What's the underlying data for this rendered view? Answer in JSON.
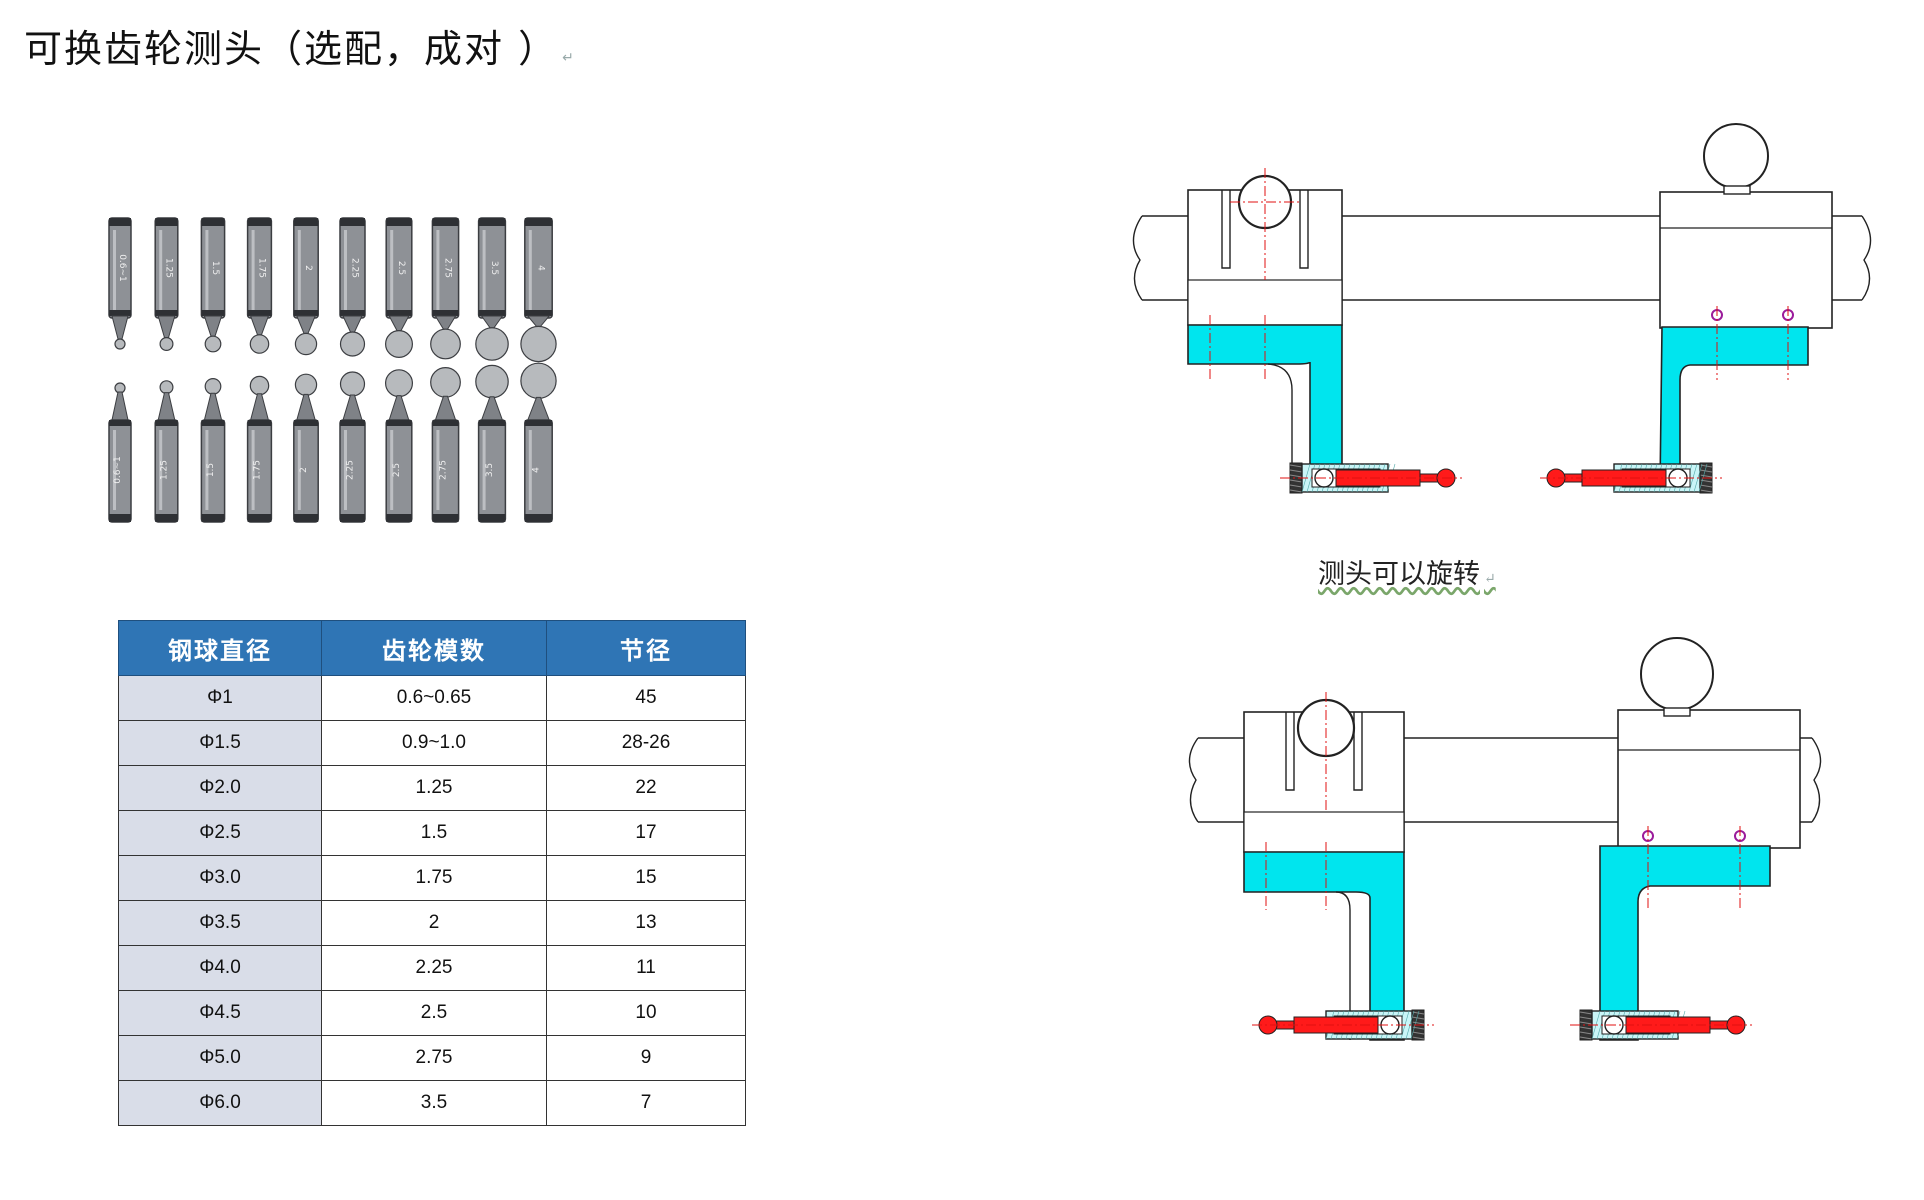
{
  "page": {
    "title": "可换齿轮测头（选配，成对 ）",
    "paragraph_mark": "↵"
  },
  "photo": {
    "top_row_labels": [
      "0.6~1",
      "1.25",
      "1.5",
      "1.75",
      "2",
      "2.25",
      "2.5",
      "2.75",
      "3.5",
      "4"
    ],
    "bottom_row_labels": [
      "0.6~1",
      "1.25",
      "1.5",
      "1.75",
      "2",
      "2.25",
      "2.5",
      "2.75",
      "3.5",
      "4"
    ]
  },
  "table": {
    "headers": [
      "钢球直径",
      "齿轮模数",
      "节径"
    ],
    "rows": [
      [
        "Φ1",
        "0.6~0.65",
        "45"
      ],
      [
        "Φ1.5",
        "0.9~1.0",
        "28-26"
      ],
      [
        "Φ2.0",
        "1.25",
        "22"
      ],
      [
        "Φ2.5",
        "1.5",
        "17"
      ],
      [
        "Φ3.0",
        "1.75",
        "15"
      ],
      [
        "Φ3.5",
        "2",
        "13"
      ],
      [
        "Φ4.0",
        "2.25",
        "11"
      ],
      [
        "Φ4.5",
        "2.5",
        "10"
      ],
      [
        "Φ5.0",
        "2.75",
        "9"
      ],
      [
        "Φ6.0",
        "3.5",
        "7"
      ]
    ]
  },
  "drawings": {
    "caption": "测头可以旋转",
    "colors": {
      "arm": "#00e5ee",
      "probe": "#ff1a1a",
      "line": "#222222",
      "centerline": "#e01010",
      "dot": "#9b1b9b",
      "hatch_fill": "#c9f5f7"
    }
  }
}
